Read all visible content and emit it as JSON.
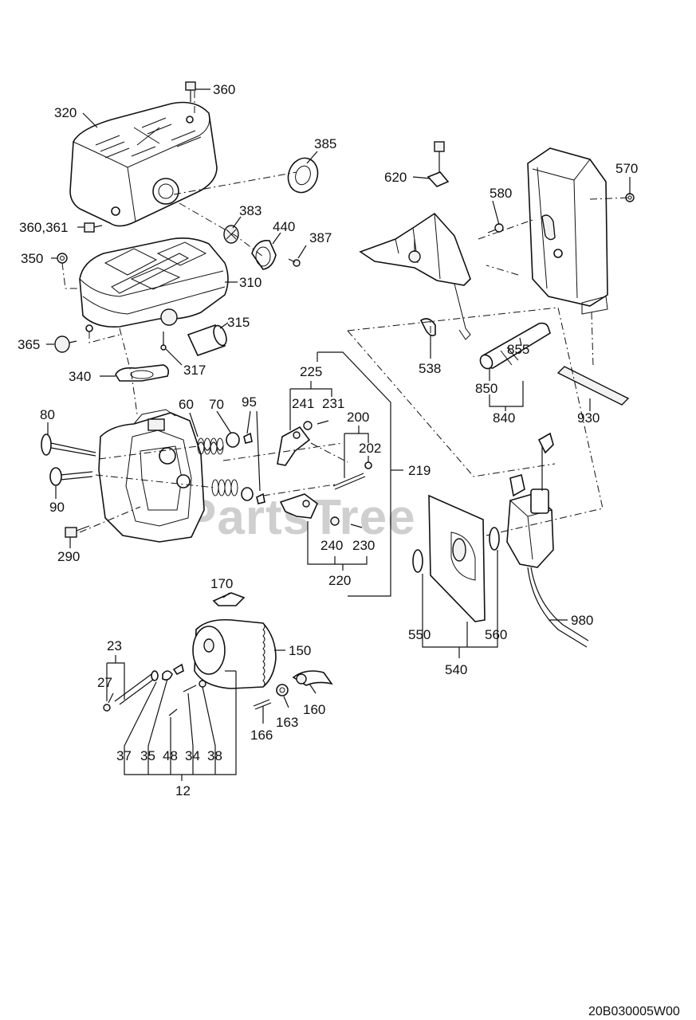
{
  "watermark": "PartsTree",
  "diagram_code": "20B030005W00",
  "colors": {
    "line": "#111111",
    "watermark": "#cfcfcf",
    "background": "#ffffff"
  },
  "labels": {
    "l360": "360",
    "l320": "320",
    "l385": "385",
    "l360_361": "360,361",
    "l383": "383",
    "l440": "440",
    "l387": "387",
    "l350": "350",
    "l310": "310",
    "l315": "315",
    "l365": "365",
    "l317": "317",
    "l340": "340",
    "l620": "620",
    "l580": "580",
    "l570": "570",
    "l538": "538",
    "l855": "855",
    "l850": "850",
    "l840": "840",
    "l930": "930",
    "l225": "225",
    "l241": "241",
    "l231": "231",
    "l200": "200",
    "l202": "202",
    "l219": "219",
    "l60": "60",
    "l70": "70",
    "l95": "95",
    "l80": "80",
    "l90": "90",
    "l290": "290",
    "l240": "240",
    "l230": "230",
    "l220": "220",
    "l170": "170",
    "l150": "150",
    "l23": "23",
    "l27": "27",
    "l160": "160",
    "l163": "163",
    "l166": "166",
    "l37": "37",
    "l35": "35",
    "l48": "48",
    "l34": "34",
    "l38": "38",
    "l12": "12",
    "l550": "550",
    "l560": "560",
    "l540": "540",
    "l980": "980"
  }
}
